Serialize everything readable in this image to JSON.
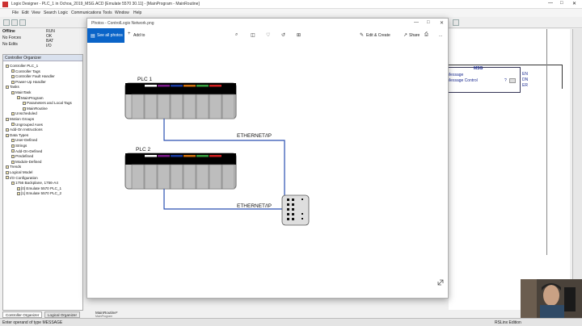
{
  "app": {
    "title": "Logix Designer - PLC_1 in Ochoa_2019_MSG.ACD [Emulate 5570 30.11] - [MainProgram - MainRoutine]"
  },
  "menu": [
    "File",
    "Edit",
    "View",
    "Search",
    "Logic",
    "Communications",
    "Tools",
    "Window",
    "Help"
  ],
  "status": {
    "mode": "Offline",
    "forces": "No Forces",
    "edits": "No Edits",
    "run": "RUN",
    "ok": "OK",
    "bat": "BAT",
    "io": "I/O"
  },
  "organizer": {
    "title": "Controller Organizer",
    "items": [
      {
        "label": "Controller PLC_1",
        "level": 0
      },
      {
        "label": "Controller Tags",
        "level": 1
      },
      {
        "label": "Controller Fault Handler",
        "level": 1
      },
      {
        "label": "Power-Up Handler",
        "level": 1
      },
      {
        "label": "Tasks",
        "level": 0
      },
      {
        "label": "MainTask",
        "level": 1
      },
      {
        "label": "MainProgram",
        "level": 2
      },
      {
        "label": "Parameters and Local Tags",
        "level": 3
      },
      {
        "label": "MainRoutine",
        "level": 3
      },
      {
        "label": "Unscheduled",
        "level": 1
      },
      {
        "label": "Motion Groups",
        "level": 0
      },
      {
        "label": "Ungrouped Axes",
        "level": 1
      },
      {
        "label": "Add-On Instructions",
        "level": 0
      },
      {
        "label": "Data Types",
        "level": 0
      },
      {
        "label": "User-Defined",
        "level": 1
      },
      {
        "label": "Strings",
        "level": 1
      },
      {
        "label": "Add-On-Defined",
        "level": 1
      },
      {
        "label": "Predefined",
        "level": 1
      },
      {
        "label": "Module-Defined",
        "level": 1
      },
      {
        "label": "Trends",
        "level": 0
      },
      {
        "label": "Logical Model",
        "level": 0
      },
      {
        "label": "I/O Configuration",
        "level": 0
      },
      {
        "label": "1756 Backplane, 1756-A4",
        "level": 1
      },
      {
        "label": "[0] Emulate 5570 PLC_1",
        "level": 2
      },
      {
        "label": "[1] Emulate 5570 PLC_2",
        "level": 2
      }
    ]
  },
  "bottom_tabs": {
    "organizer": "Controller Organizer",
    "logical": "Logical Organizer",
    "routine": "MainRoutine*",
    "routine_sub": "MainProgram"
  },
  "statusbar": {
    "left": "Enter operand of type MESSAGE",
    "right": "RSLinx Edition"
  },
  "ladder": {
    "block_title": "MSG",
    "block_row1": "Message",
    "block_row2": "Message Control",
    "q": "?",
    "en": "EN",
    "dn": "DN",
    "er": "ER"
  },
  "photos": {
    "title": "Photos - ControlLogix Network.png",
    "see_all": "See all photos",
    "add_to": "Add to",
    "edit_create": "Edit & Create",
    "share": "Share",
    "more": "..."
  },
  "diagram": {
    "plc1_label": "PLC 1",
    "plc2_label": "PLC 2",
    "link1_label": "ETHERNET/IP",
    "link2_label": "ETHERNET/IP",
    "module_colors": [
      "#000000",
      "#ffffff",
      "#7a1a8a",
      "#1a3aa0",
      "#d07010",
      "#3aa040",
      "#d02020"
    ]
  },
  "icons": {
    "close": "close-icon",
    "minimize": "minimize-icon",
    "maximize": "maximize-icon"
  }
}
